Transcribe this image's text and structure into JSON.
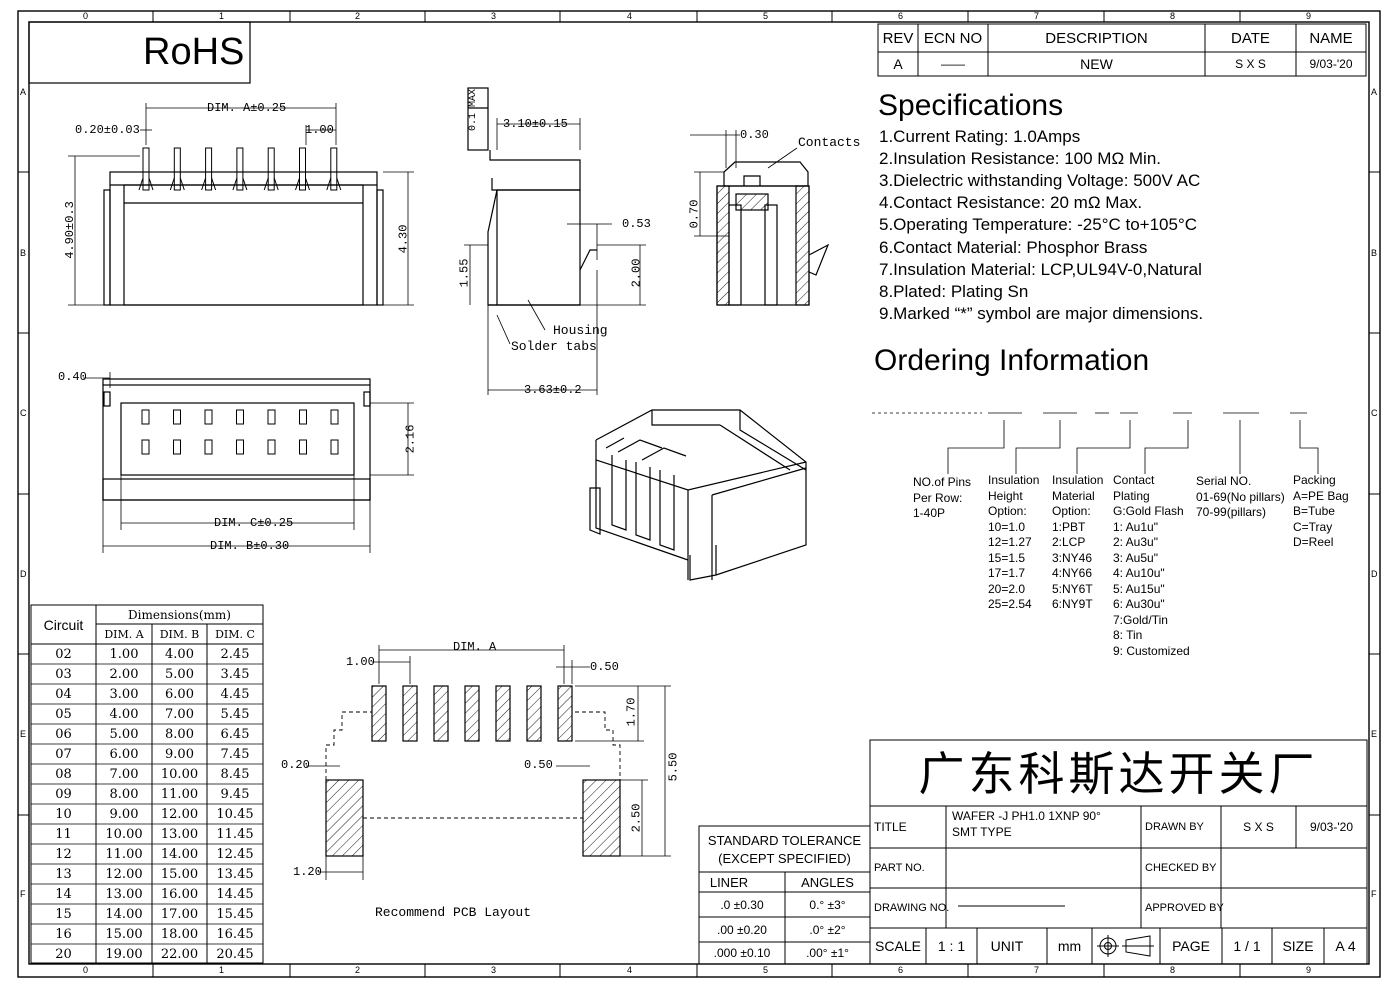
{
  "border": {
    "top_numbers": [
      "0",
      "1",
      "2",
      "3",
      "4",
      "5",
      "6",
      "7",
      "8",
      "9"
    ],
    "bottom_numbers": [
      "0",
      "1",
      "2",
      "3",
      "4",
      "5",
      "6",
      "7",
      "8",
      "9"
    ],
    "side_letters": [
      "A",
      "B",
      "C",
      "D",
      "E",
      "F"
    ]
  },
  "rohs": "RoHS",
  "revision_table": {
    "headers": [
      "REV",
      "ECN NO",
      "DESCRIPTION",
      "DATE",
      "NAME"
    ],
    "row": [
      "A",
      "——",
      "NEW",
      "S X S",
      "9/03-'20"
    ]
  },
  "specifications": {
    "heading": "Specifications",
    "items": [
      "1.Current Rating: 1.0Amps",
      "2.Insulation Resistance: 100 MΩ Min.",
      "3.Dielectric withstanding Voltage: 500V AC",
      "4.Contact Resistance: 20 mΩ Max.",
      "5.Operating Temperature: -25°C to+105°C",
      "6.Contact Material: Phosphor Brass",
      "7.Insulation Material: LCP,UL94V-0,Natural",
      "8.Plated: Plating Sn",
      "9.Marked “*” symbol are major dimensions."
    ]
  },
  "ordering": {
    "heading": "Ordering Information",
    "columns": [
      {
        "lines": [
          "NO.of Pins",
          "Per Row:",
          "1-40P"
        ]
      },
      {
        "lines": [
          "Insulation",
          "Height",
          "Option:",
          "10=1.0",
          "12=1.27",
          "15=1.5",
          "17=1.7",
          "20=2.0",
          "25=2.54"
        ]
      },
      {
        "lines": [
          "Insulation",
          "Material",
          "Option:",
          "1:PBT",
          "2:LCP",
          "3:NY46",
          "4:NY66",
          "5:NY6T",
          "6:NY9T"
        ]
      },
      {
        "lines": [
          "Contact",
          "Plating",
          "G:Gold Flash",
          "1: Au1u\"",
          "2: Au3u\"",
          "3: Au5u\"",
          "4: Au10u\"",
          "5: Au15u\"",
          "6: Au30u\"",
          "7:Gold/Tin",
          "8: Tin",
          "9: Customized"
        ]
      },
      {
        "lines": [
          "Serial NO.",
          "01-69(No pillars)",
          "70-99(pillars)"
        ]
      },
      {
        "lines": [
          "Packing",
          "A=PE Bag",
          "B=Tube",
          "C=Tray",
          "D=Reel"
        ]
      }
    ]
  },
  "dimensions": {
    "dim_a": "DIM. A±0.25",
    "pin_width": "0.20±0.03",
    "pitch": "1.00",
    "height_total": "4.90±0.3",
    "height_body": "4.30",
    "max_mark": "0.1 MAX",
    "top_width": "3.10±0.15",
    "d053": "0.53",
    "d155": "1.55",
    "d200": "2.00",
    "housing": "Housing",
    "solder_tabs": "Solder tabs",
    "depth": "3.63±0.2",
    "d030": "0.30",
    "contacts": "Contacts",
    "d070": "0.70",
    "d040": "0.40",
    "d216": "2.16",
    "dim_c": "DIM. C±0.25",
    "dim_b": "DIM. B±0.30"
  },
  "circuit_table": {
    "circuit_header": "Circuit",
    "dims_header": "Dimensions(mm)",
    "sub_headers": [
      "DIM. A",
      "DIM. B",
      "DIM. C"
    ],
    "rows": [
      [
        "02",
        "1.00",
        "4.00",
        "2.45"
      ],
      [
        "03",
        "2.00",
        "5.00",
        "3.45"
      ],
      [
        "04",
        "3.00",
        "6.00",
        "4.45"
      ],
      [
        "05",
        "4.00",
        "7.00",
        "5.45"
      ],
      [
        "06",
        "5.00",
        "8.00",
        "6.45"
      ],
      [
        "07",
        "6.00",
        "9.00",
        "7.45"
      ],
      [
        "08",
        "7.00",
        "10.00",
        "8.45"
      ],
      [
        "09",
        "8.00",
        "11.00",
        "9.45"
      ],
      [
        "10",
        "9.00",
        "12.00",
        "10.45"
      ],
      [
        "11",
        "10.00",
        "13.00",
        "11.45"
      ],
      [
        "12",
        "11.00",
        "14.00",
        "12.45"
      ],
      [
        "13",
        "12.00",
        "15.00",
        "13.45"
      ],
      [
        "14",
        "13.00",
        "16.00",
        "14.45"
      ],
      [
        "15",
        "14.00",
        "17.00",
        "15.45"
      ],
      [
        "16",
        "15.00",
        "18.00",
        "16.45"
      ],
      [
        "20",
        "19.00",
        "22.00",
        "20.45"
      ]
    ]
  },
  "pcb_layout": {
    "dim_a": "DIM. A",
    "pitch": "1.00",
    "pad_width": "0.50",
    "pad_height": "1.70",
    "overall": "5.50",
    "tab_gap": "0.20",
    "tab_gap2": "0.50",
    "tab_height": "2.50",
    "tab_width": "1.20",
    "caption": "Recommend PCB Layout"
  },
  "tolerance": {
    "title_line1": "STANDARD TOLERANCE",
    "title_line2": "(EXCEPT SPECIFIED)",
    "col_headers": [
      "LINER",
      "ANGLES"
    ],
    "rows": [
      [
        ".0  ±0.30",
        "0.° ±3°"
      ],
      [
        ".00 ±0.20",
        ".0° ±2°"
      ],
      [
        ".000 ±0.10",
        ".00° ±1°"
      ]
    ]
  },
  "title_block": {
    "company": "广东科斯达开关厂",
    "title_label": "TITLE",
    "title_value_1": "WAFER -J PH1.0 1XNP 90°",
    "title_value_2": "SMT TYPE",
    "drawn_by_label": "DRAWN BY",
    "drawn_by": "S X S",
    "date": "9/03-'20",
    "part_no_label": "PART NO.",
    "checked_by_label": "CHECKED BY",
    "drawing_no_label": "DRAWING NO.",
    "approved_by_label": "APPROVED BY",
    "scale_label": "SCALE",
    "scale": "1 : 1",
    "unit_label": "UNIT",
    "unit": "mm",
    "page_label": "PAGE",
    "page": "1 / 1",
    "size_label": "SIZE",
    "size": "A 4"
  }
}
